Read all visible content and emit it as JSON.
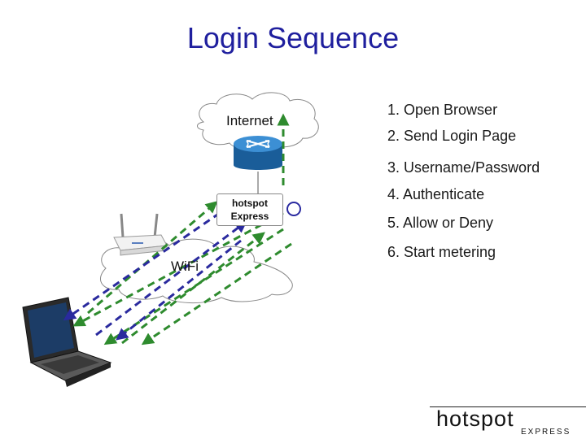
{
  "title": "Login Sequence",
  "nodes": {
    "internet": "Internet",
    "wifi": "WiFi",
    "hotspot_line1": "hotspot",
    "hotspot_line2": "Express"
  },
  "steps": [
    "1. Open Browser",
    "2. Send Login Page",
    "3. Username/Password",
    "4. Authenticate",
    "5. Allow or Deny",
    "6. Start metering"
  ],
  "logo": {
    "main": "hotspot",
    "sub": "EXPRESS"
  },
  "colors": {
    "title": "#1f1f9e",
    "green_arrow": "#2e8b2e",
    "blue_arrow": "#2a2a9e",
    "router": "#1f6fb3"
  }
}
